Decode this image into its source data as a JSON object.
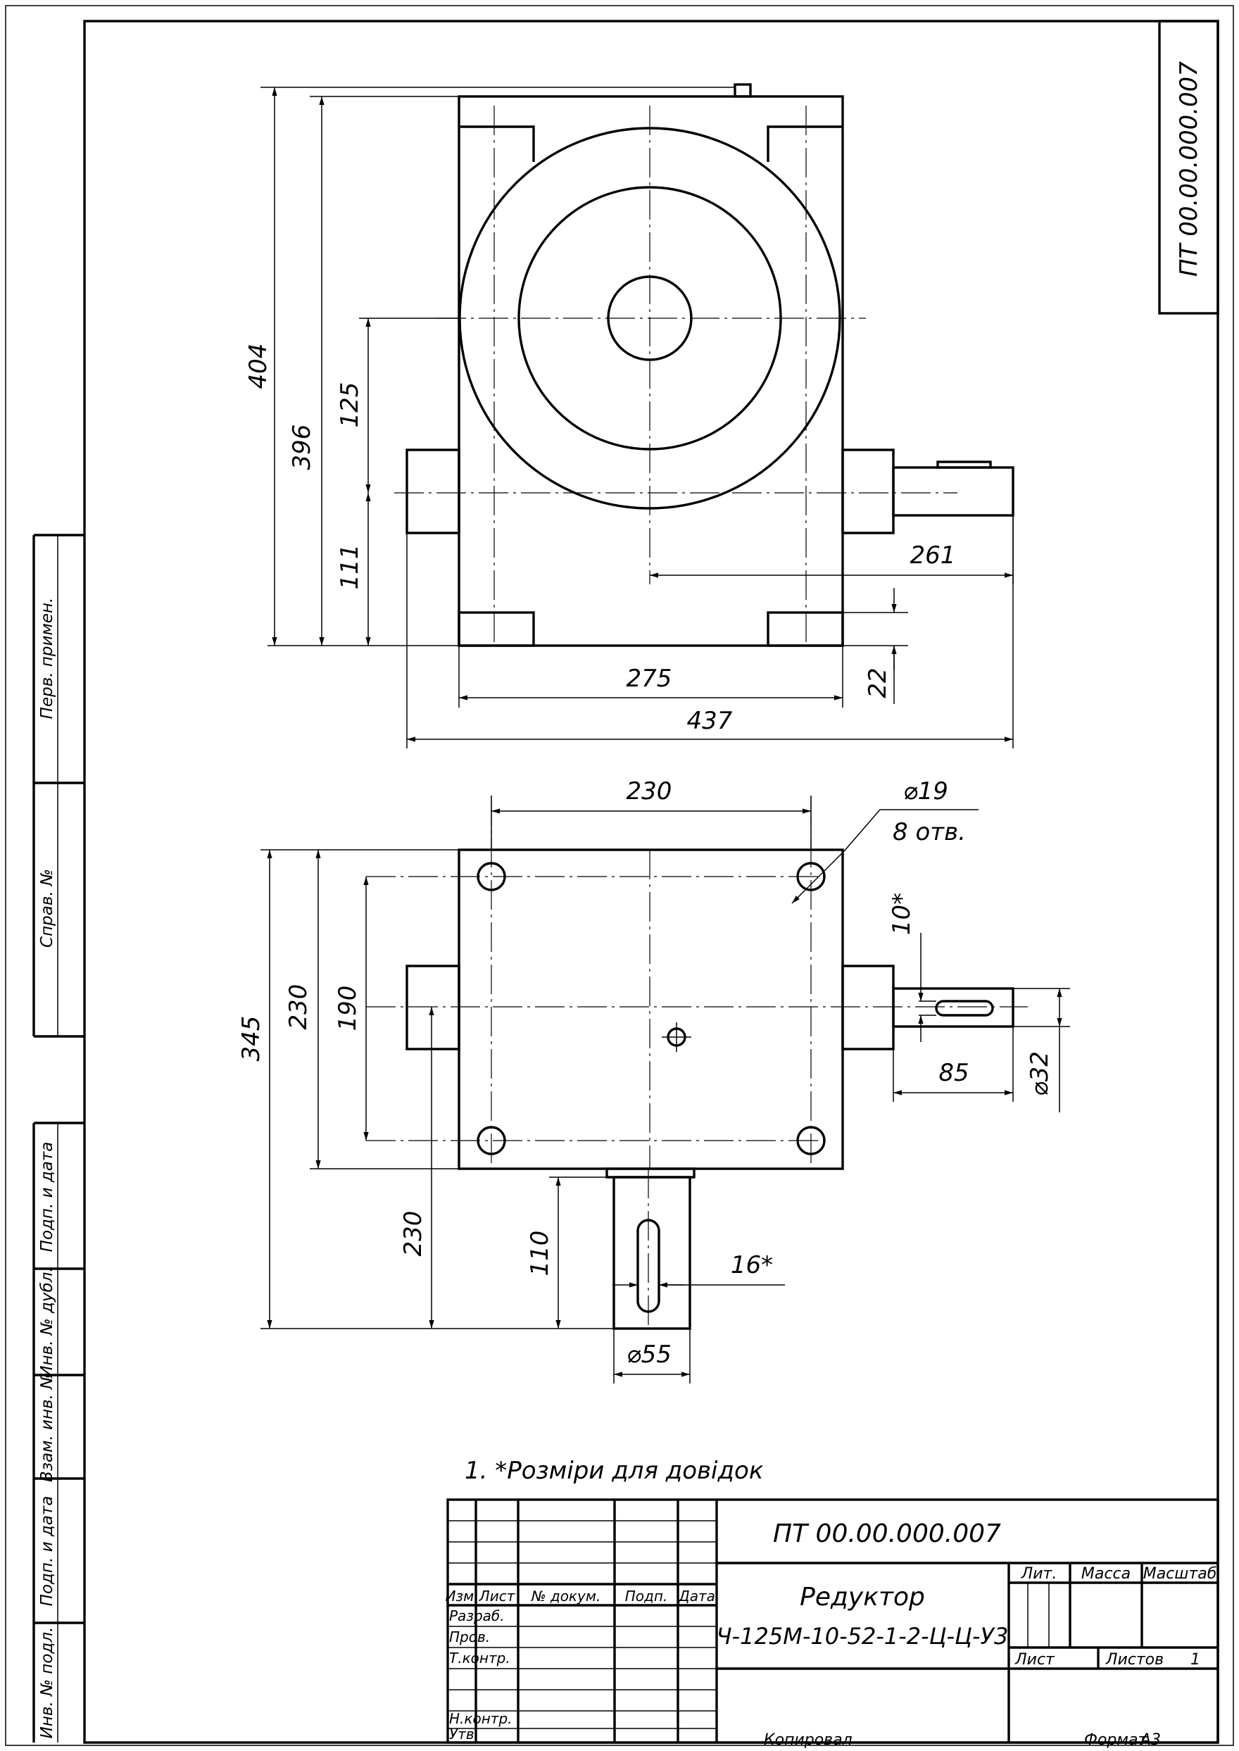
{
  "doc_code_rotated": "ПТ 00.00.000.007",
  "front_view": {
    "dims": {
      "d404": "404",
      "d396": "396",
      "d125": "125",
      "d111": "111",
      "d261": "261",
      "d275": "275",
      "d22": "22",
      "d437": "437"
    }
  },
  "top_view": {
    "dims": {
      "d230_top": "230",
      "d19": "⌀19",
      "holes": "8  отв.",
      "d10": "10*",
      "d345": "345",
      "d230_left": "230",
      "d190": "190",
      "d85": "85",
      "d32": "⌀32",
      "d230_low": "230",
      "d110": "110",
      "d16": "16*",
      "d55": "⌀55"
    }
  },
  "note": "1.  *Розміри для довідок",
  "left_strip": {
    "perv": "Перв. примен.",
    "sprav": "Справ. №",
    "podp1": "Подп. и дата",
    "inv_dubl": "Инв. № дубл.",
    "vzam": "Взам. инв. №",
    "podp2": "Подп. и дата",
    "inv_podl": "Инв. № подл."
  },
  "title_block": {
    "code": "ПТ  00.00.000.007",
    "name": "Редуктор",
    "model": "Ч-125М-10-52-1-2-Ц-Ц-У3",
    "h_izm": "Изм.",
    "h_list": "Лист",
    "h_doc": "№ докум.",
    "h_podp": "Подп.",
    "h_data": "Дата",
    "razrab": "Разраб.",
    "prov": "Пров.",
    "tkontr": "Т.контр.",
    "nkontr": "Н.контр.",
    "utv": "Утв.",
    "lit": "Лит.",
    "massa": "Масса",
    "masshtab": "Масштаб",
    "list": "Лист",
    "listov": "Листов",
    "listov_val": "1"
  },
  "footer": {
    "kopiroval": "Копировал",
    "format": "Формат",
    "format_val": "А3"
  }
}
